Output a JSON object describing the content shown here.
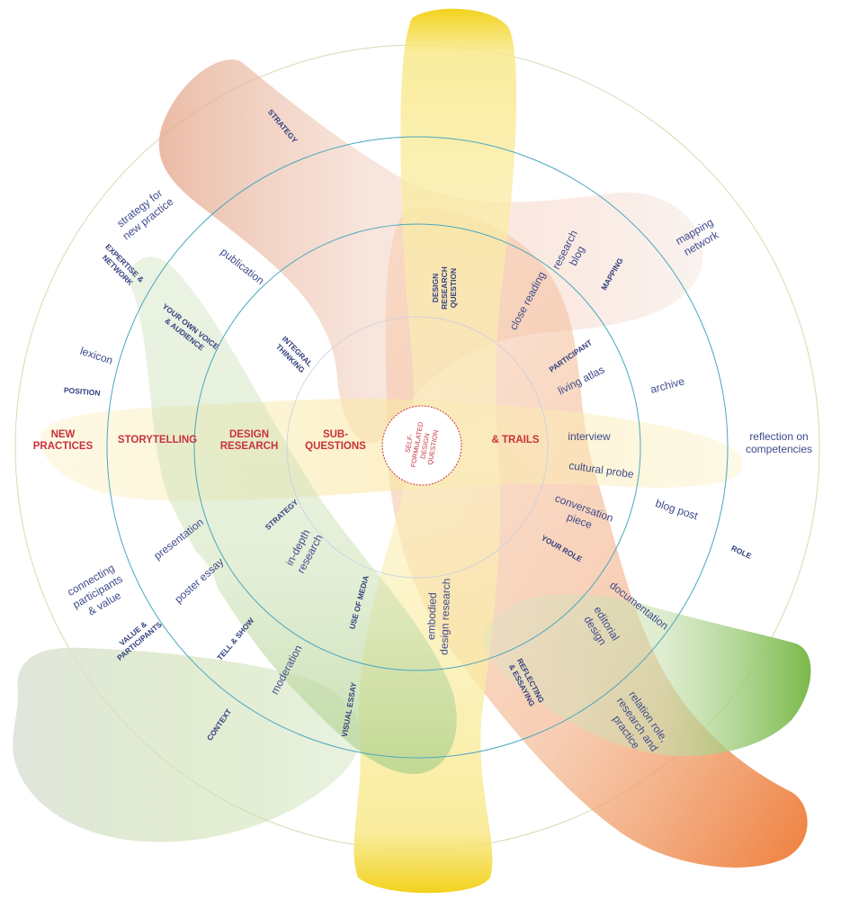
{
  "center": {
    "lines": [
      "SELF-",
      "FORMULATED",
      "DESIGN",
      "QUESTION"
    ]
  },
  "labels": {
    "strategy_top": "STRATEGY",
    "strategy_for_new_practice": [
      "strategy for",
      "new practice"
    ],
    "mapping_network": [
      "mapping",
      "network"
    ],
    "research_blog": [
      "research",
      "blog"
    ],
    "mapping": "MAPPING",
    "design_research_question": [
      "DESIGN",
      "RESEARCH",
      "QUESTION"
    ],
    "close_reading": "close reading",
    "expertise_network": [
      "EXPERTISE &",
      "NETWORK"
    ],
    "publication": "publication",
    "your_own_voice": [
      "YOUR OWN VOICE",
      "& AUDIENCE"
    ],
    "integral_thinking": [
      "INTEGRAL",
      "THINKING"
    ],
    "participant": "PARTICIPANT",
    "living_atlas": "living atlas",
    "archive": "archive",
    "lexicon": "lexicon",
    "position": "POSITION",
    "new_practices": [
      "NEW",
      "PRACTICES"
    ],
    "storytelling": "STORYTELLING",
    "design_research": [
      "DESIGN",
      "RESEARCH"
    ],
    "sub_questions": [
      "SUB-",
      "QUESTIONS"
    ],
    "trails": "& TRAILS",
    "interview": "interview",
    "reflection_on_competencies": [
      "reflection on",
      "competencies"
    ],
    "cultural_probe": "cultural probe",
    "conversation_piece": [
      "conversation",
      "piece"
    ],
    "blog_post": "blog post",
    "strategy_mid": "STRATEGY",
    "presentation": "presentation",
    "in_depth_research": [
      "in-depth",
      "research"
    ],
    "your_role": "YOUR ROLE",
    "role": "ROLE",
    "connecting_participants": [
      "connecting",
      "participants",
      "& value"
    ],
    "poster_essay": "poster essay",
    "use_of_media": "USE OF MEDIA",
    "embodied_design_research": [
      "embodied",
      "design research"
    ],
    "documentation": "documentation",
    "editorial_design": [
      "editorial",
      "design"
    ],
    "value_participants": [
      "VALUE &",
      "PARTICIPANTS"
    ],
    "tell_show": "TELL & SHOW",
    "moderation": "moderation",
    "reflecting_essaying": [
      "REFLECTING",
      "& ESSAYING"
    ],
    "visual_essay": "VISUAL ESSAY",
    "context": "CONTEXT",
    "relation_role": [
      "relation role,",
      "research and",
      "practice"
    ]
  },
  "colors": {
    "yellow": "#f2d21c",
    "green": "#79b94a",
    "orange": "#ee7f3d",
    "salmon": "#e39a77",
    "ring": "#4aa7c0",
    "outer_ring": "#d4dcb3",
    "label_blue": "#3f4c8c",
    "label_red": "#c8323c"
  }
}
